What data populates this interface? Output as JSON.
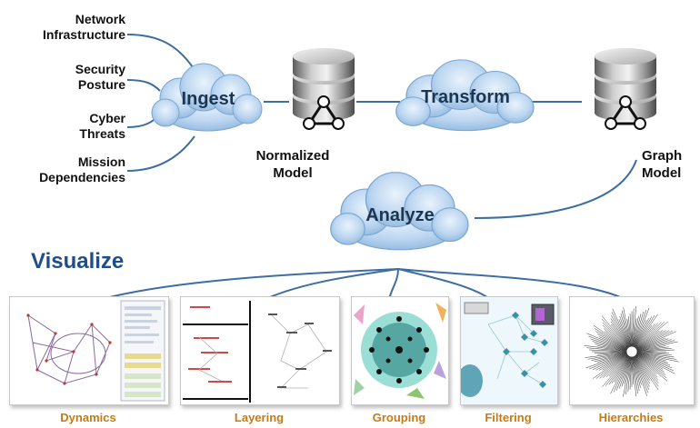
{
  "sources": [
    {
      "label": "Network\nInfrastructure"
    },
    {
      "label": "Security\nPosture"
    },
    {
      "label": "Cyber\nThreats"
    },
    {
      "label": "Mission\nDependencies"
    }
  ],
  "clouds": {
    "ingest": "Ingest",
    "transform": "Transform",
    "analyze": "Analyze"
  },
  "databases": {
    "normalized": "Normalized\nModel",
    "graph": "Graph\nModel"
  },
  "visualize": {
    "title": "Visualize",
    "panels": [
      {
        "label": "Dynamics"
      },
      {
        "label": "Layering"
      },
      {
        "label": "Grouping"
      },
      {
        "label": "Filtering"
      },
      {
        "label": "Hierarchies"
      }
    ]
  },
  "colors": {
    "cloud": "#b8d4f0",
    "connector": "#3d6da3",
    "caption": "#c77a14",
    "title": "#1f4e8a"
  }
}
